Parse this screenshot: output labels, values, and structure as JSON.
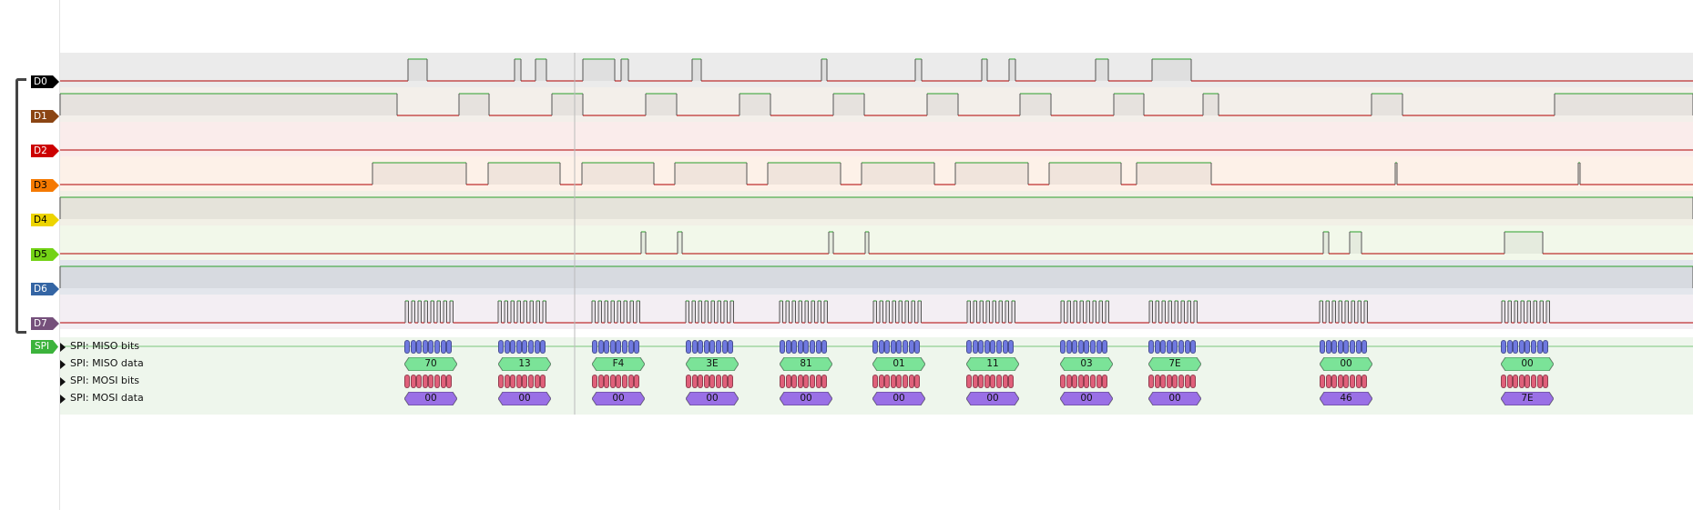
{
  "channels": [
    {
      "label": "D0",
      "color": "#000000",
      "text_color": "#ffffff",
      "row_bg": "#ebebeb"
    },
    {
      "label": "D1",
      "color": "#8B4513",
      "text_color": "#ffffff",
      "row_bg": "#f3efea"
    },
    {
      "label": "D2",
      "color": "#cc0000",
      "text_color": "#ffffff",
      "row_bg": "#faeceb"
    },
    {
      "label": "D3",
      "color": "#f57900",
      "text_color": "#000000",
      "row_bg": "#fdf1e8"
    },
    {
      "label": "D4",
      "color": "#edd400",
      "text_color": "#000000",
      "row_bg": "#f2f0e6"
    },
    {
      "label": "D5",
      "color": "#73d216",
      "text_color": "#000000",
      "row_bg": "#f2f8ea"
    },
    {
      "label": "D6",
      "color": "#3465a4",
      "text_color": "#ffffff",
      "row_bg": "#e3e6ec"
    },
    {
      "label": "D7",
      "color": "#75507b",
      "text_color": "#ffffff",
      "row_bg": "#f3eef3"
    }
  ],
  "spi": {
    "tag": "SPI",
    "tag_color": "#3cb33c",
    "rows": [
      {
        "name": "SPI: MISO bits"
      },
      {
        "name": "SPI: MISO data"
      },
      {
        "name": "SPI: MOSI bits"
      },
      {
        "name": "SPI: MOSI data"
      }
    ],
    "miso_data": [
      "70",
      "13",
      "F4",
      "3E",
      "81",
      "01",
      "11",
      "03",
      "7E",
      "00",
      "00"
    ],
    "mosi_data": [
      "00",
      "00",
      "00",
      "00",
      "00",
      "00",
      "00",
      "00",
      "00",
      "46",
      "7E"
    ],
    "miso_bits_color": "#6f79e0",
    "mosi_bits_color": "#e0607a",
    "miso_data_color": "#7be398",
    "mosi_data_color": "#9a70e6"
  },
  "colors": {
    "high_trace": "#2ca02c",
    "low_trace": "#b00000",
    "decoder_bg": "#eef6ec",
    "cursor": "#bbbbbb"
  }
}
